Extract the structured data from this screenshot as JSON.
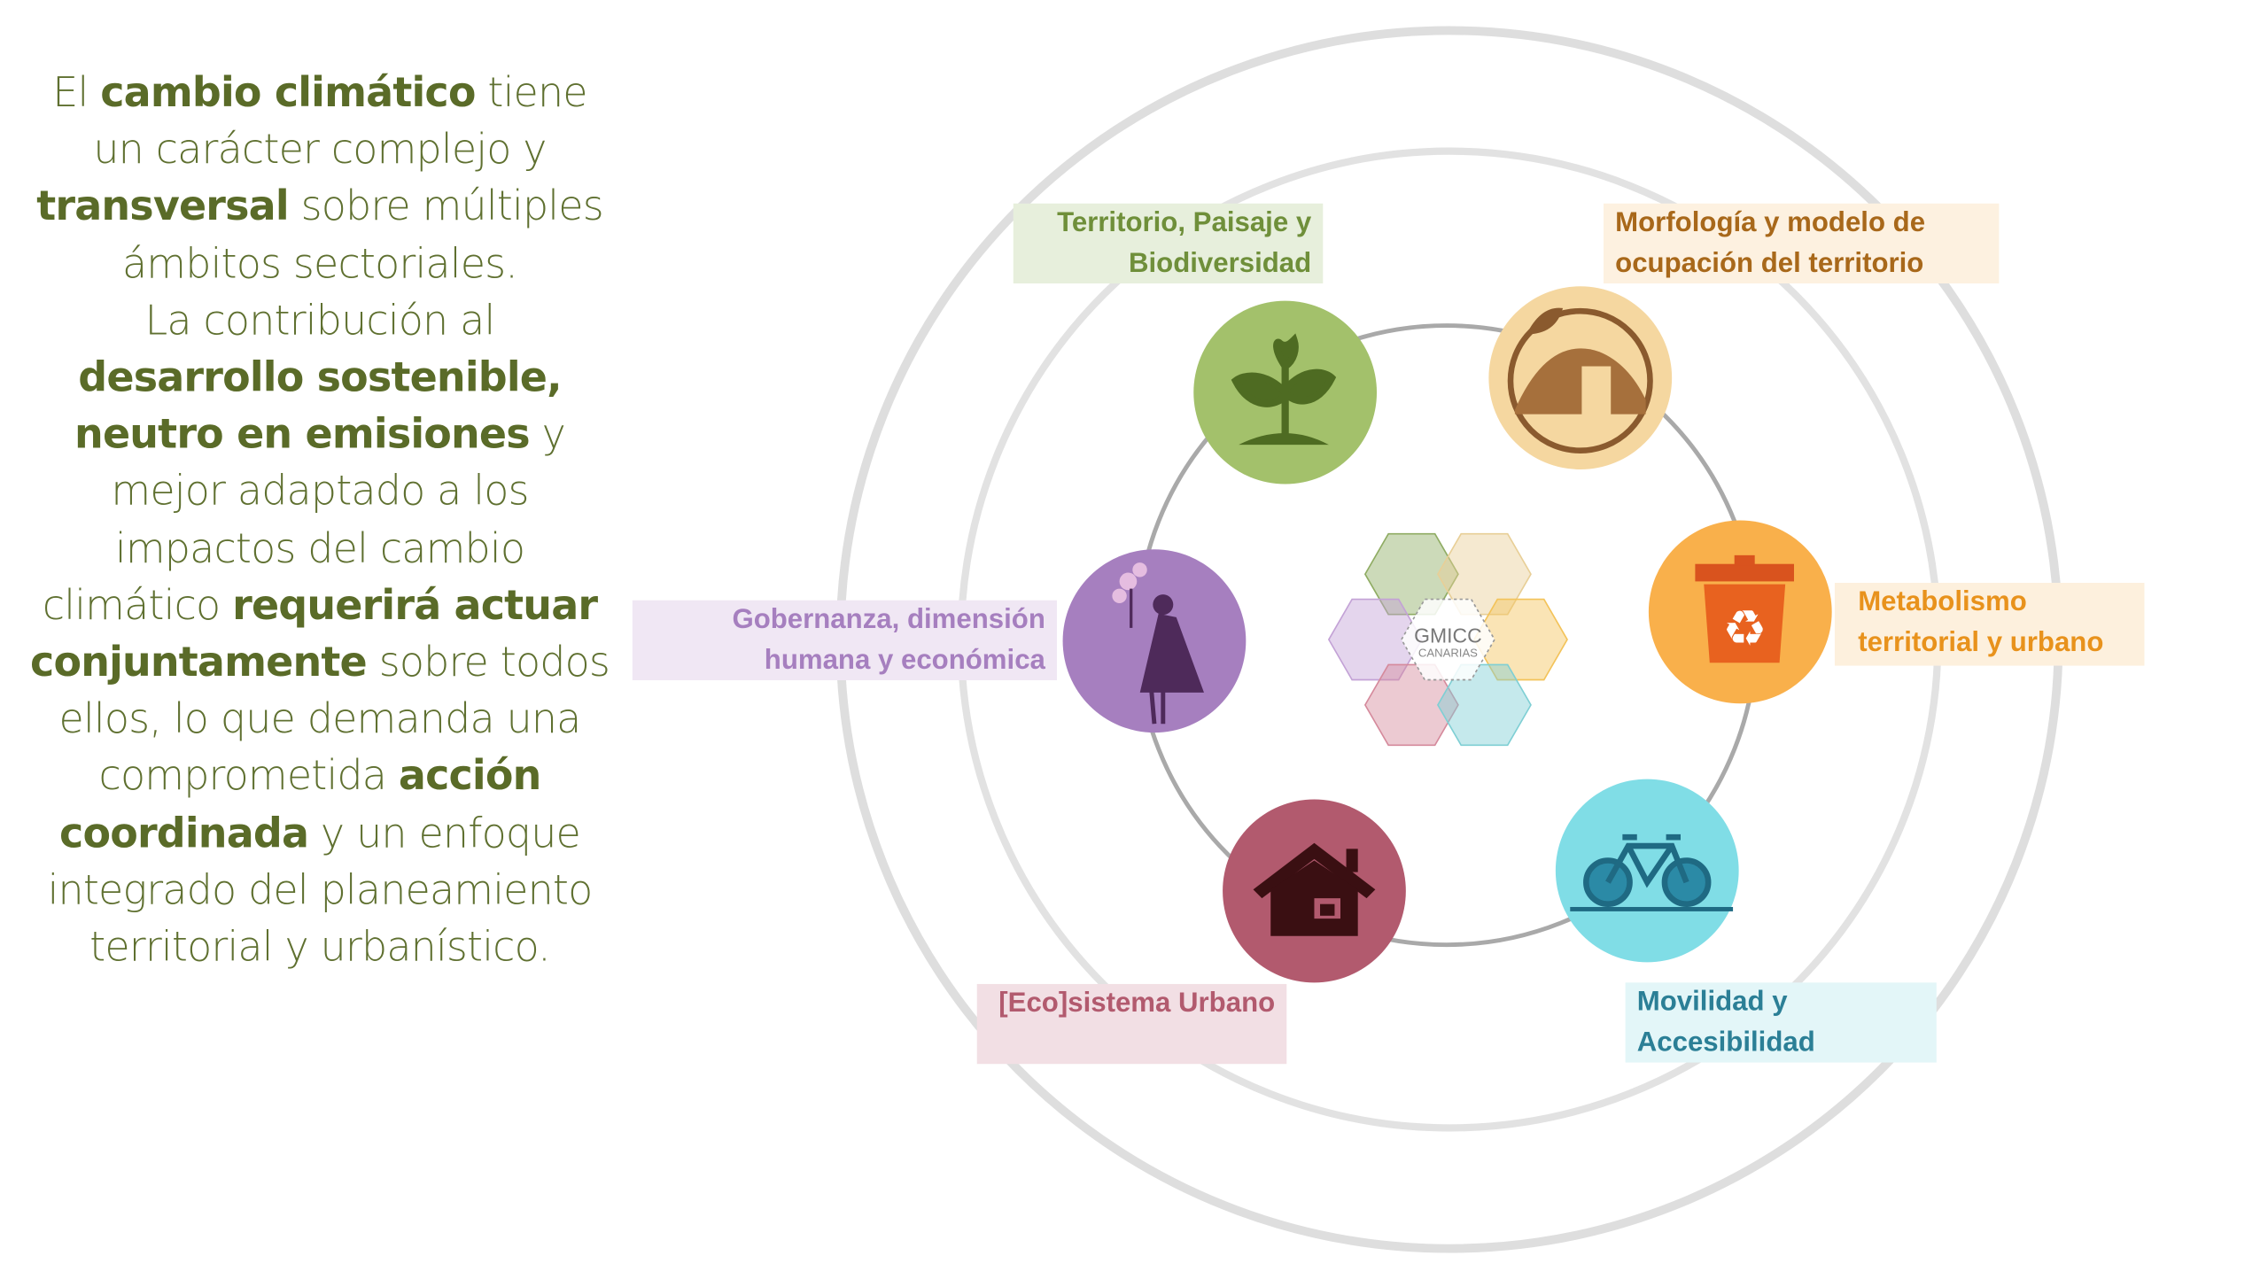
{
  "intro_text": [
    {
      "t": "El ",
      "b": false
    },
    {
      "t": "cambio climático",
      "b": true
    },
    {
      "t": " tiene un carácter complejo y ",
      "b": false
    },
    {
      "t": "transversal",
      "b": true
    },
    {
      "t": " sobre múltiples ámbitos sectoriales.",
      "b": false
    },
    {
      "t": "La contribución al ",
      "b": false
    },
    {
      "t": "desarrollo sostenible, neutro en emisiones",
      "b": true
    },
    {
      "t": " y mejor adaptado a los impactos del cambio climático ",
      "b": false
    },
    {
      "t": "requerirá actuar conjuntamente",
      "b": true
    },
    {
      "t": " sobre todos ellos, lo que demanda una comprometida ",
      "b": false
    },
    {
      "t": "acción coordinada",
      "b": true
    },
    {
      "t": " y un enfoque integrado del planeamiento territorial y urbanístico.",
      "b": false
    }
  ],
  "center_logo": {
    "line1": "GMICC",
    "line2": "CANARIAS"
  },
  "areas": [
    {
      "name": "territorio",
      "label": "Territorio, Paisaje y Biodiversidad",
      "icon": "plant-icon",
      "color": "#a3c16b",
      "text_color": "#6f8f3a",
      "bg": "#e7efdc"
    },
    {
      "name": "morfologia",
      "label": "Morfología y modelo de ocupación del territorio",
      "icon": "landscape-building-icon",
      "color": "#f5d7a0",
      "text_color": "#a8681a",
      "bg": "#fdf1e0"
    },
    {
      "name": "metabolismo",
      "label": "Metabolismo territorial y urbano",
      "icon": "recycle-bin-icon",
      "color": "#f9b04b",
      "text_color": "#e8921c",
      "bg": "#fdf0dd"
    },
    {
      "name": "movilidad",
      "label": "Movilidad y Accesibilidad",
      "icon": "bicycle-icon",
      "color": "#80dde6",
      "text_color": "#2b7f96",
      "bg": "#e3f6f8"
    },
    {
      "name": "ecosistema",
      "label": "[Eco]sistema Urbano",
      "icon": "house-icon",
      "color": "#b25a6e",
      "text_color": "#b25a6e",
      "bg": "#f2dfe4"
    },
    {
      "name": "gobernanza",
      "label": "Gobernanza, dimensión humana y económica",
      "icon": "person-flower-icon",
      "color": "#a67fbf",
      "text_color": "#a67fbf",
      "bg": "#f0e7f4"
    }
  ]
}
